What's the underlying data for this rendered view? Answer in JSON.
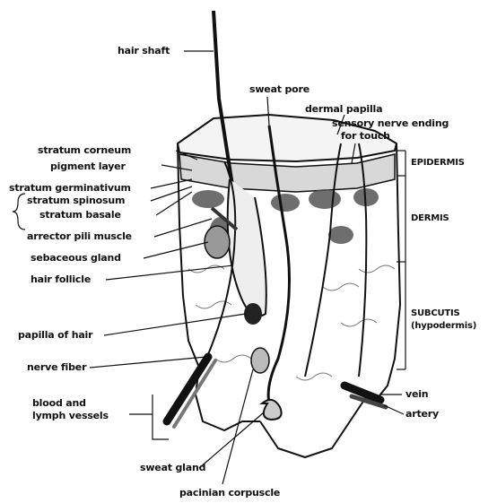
{
  "labels": {
    "hair_shaft": "hair shaft",
    "sweat_pore": "sweat pore",
    "dermal_papilla": "dermal papilla",
    "sensory_nerve_ending": "sensory nerve ending",
    "for_touch": "for touch",
    "stratum_corneum": "stratum corneum",
    "pigment_layer": "pigment layer",
    "stratum_germinativum": "stratum germinativum",
    "stratum_spinosum": "stratum spinosum",
    "stratum_basale": "stratum basale",
    "arrector_pili_muscle": "arrector pili muscle",
    "sebaceous_gland": "sebaceous gland",
    "hair_follicle": "hair follicle",
    "papilla_of_hair": "papilla of hair",
    "nerve_fiber": "nerve fiber",
    "blood_and": "blood and",
    "lymph_vessels": "lymph vessels",
    "sweat_gland": "sweat gland",
    "pacinian_corpuscle": "pacinian corpuscle",
    "vein": "vein",
    "artery": "artery",
    "epidermis": "EPIDERMIS",
    "dermis": "DERMIS",
    "subcutis": "SUBCUTIS",
    "hypodermis": "(hypodermis)"
  }
}
